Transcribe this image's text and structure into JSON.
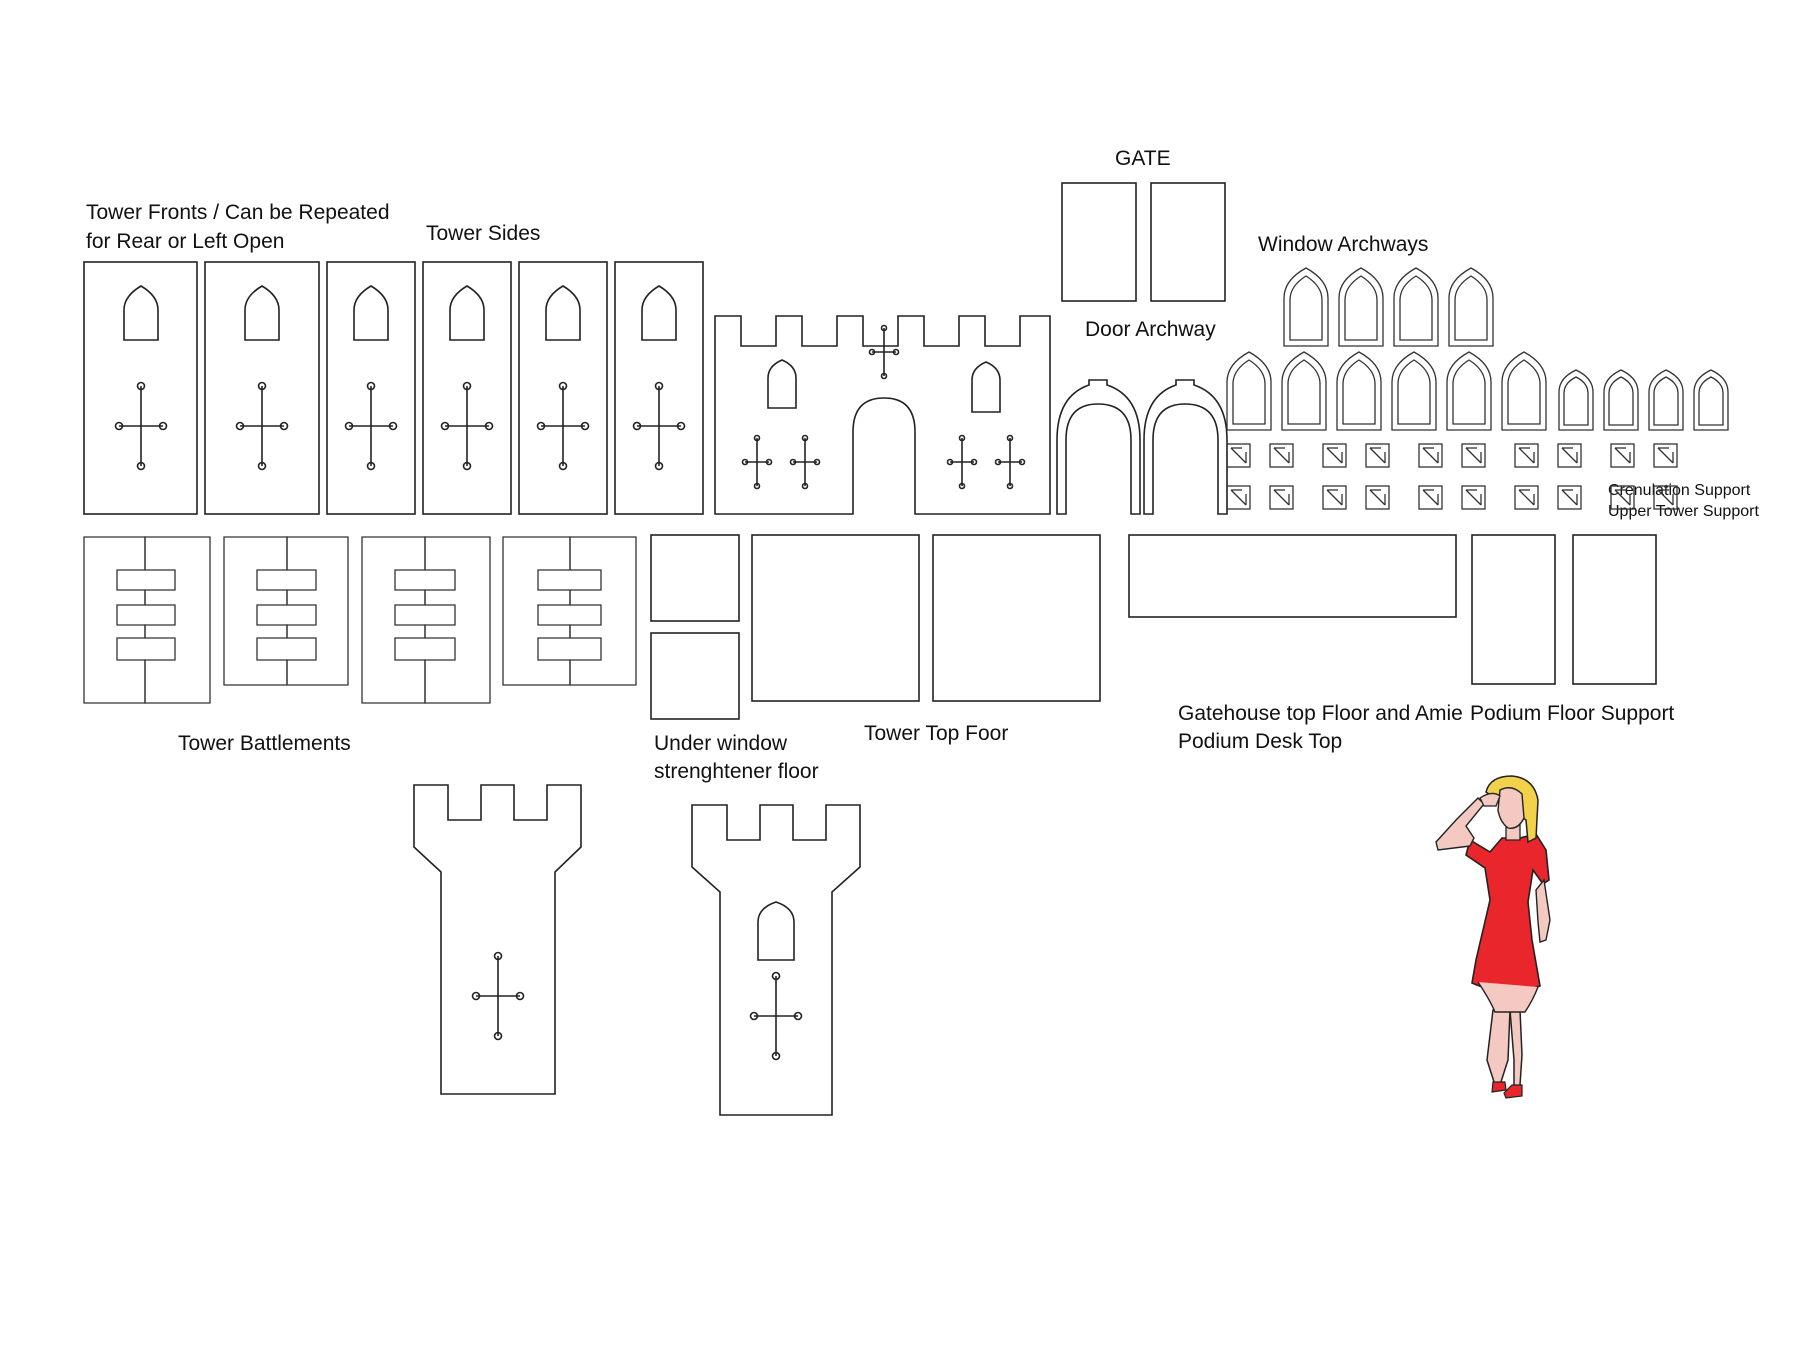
{
  "labels": {
    "tower_fronts_line1": "Tower Fronts / Can be Repeated",
    "tower_fronts_line2": "for Rear or Left Open",
    "tower_sides": "Tower Sides",
    "gate": "GATE",
    "door_archway": "Door Archway",
    "window_archways": "Window Archways",
    "crenulation_support": "Crenulation Support",
    "upper_tower_support": "Upper Tower Support",
    "tower_battlements": "Tower Battlements",
    "under_window_line1": "Under window",
    "under_window_line2": "strenghtener floor",
    "tower_top_floor": "Tower Top Foor",
    "gatehouse_line1": "Gatehouse top Floor and Amie",
    "gatehouse_line2": "Podium Desk Top",
    "podium_floor_support": "Podium Floor Support"
  },
  "colors": {
    "outline": "#222222",
    "dress": "#e8262b",
    "hair": "#f2d24a",
    "skin": "#f4c9c1",
    "background": "#ffffff"
  },
  "icons": [
    "cross-cutout-icon",
    "arched-window-icon",
    "woman-figure-icon"
  ]
}
